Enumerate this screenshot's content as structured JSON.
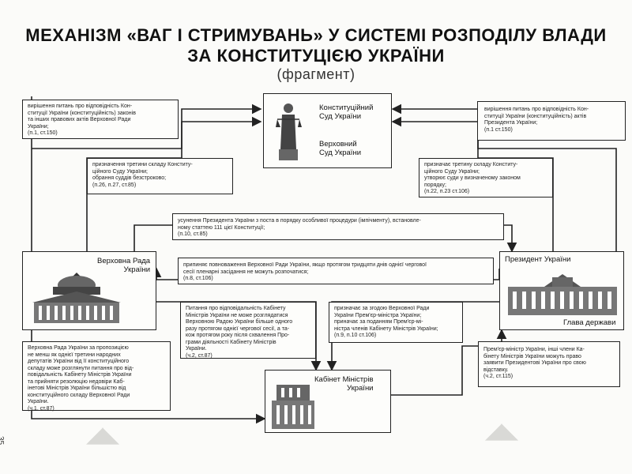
{
  "header": {
    "title_line1": "МЕХАНІЗМ «ВАГ І СТРИМУВАНЬ» У СИСТЕМІ РОЗПОДІЛУ ВЛАДИ",
    "title_line2": "ЗА КОНСТИТУЦІЄЮ УКРАЇНИ",
    "subtitle": "(фрагмент)"
  },
  "bodies": {
    "court": "Конституційний\nСуд України",
    "supreme": "Верховний\nСуд України",
    "rada": "Верховна Рада\nУкраїни",
    "president": "Президент України",
    "head_of_state": "Глава держави",
    "cabinet": "Кабінет Міністрів\nУкраїни"
  },
  "notes": {
    "n1": "вирішення питань про відповідність Кон-\nституції України (конституційність) законів\nта інших правових актів Верховної Ради\nУкраїни;\n(п.1, ст.150)",
    "n2": "вирішення питань про відповідність Кон-\nституції України (конституційність) актів\nПрезидента України;\n(п.1 ст.150)",
    "n3": "призначення третини складу Конститу-\nційного Суду України;\nобрання суддів безстроково;\n(п.26, п.27, ст.85)",
    "n4": "призначає третину складу Конститу-\nційного Суду України;\nутворює суди у визначеному законом\nпорядку;\n(п.22, п.23 ст.106)",
    "n5": "усунення Президента України з поста в порядку особливої процедури (імпічменту), встановле-\nному статтею 111 цієї Конституції;\n(п.10, ст.85)",
    "n6": "припиняє повноваження Верховної Ради України, якщо протягом тридцяти днів однієї чергової\nсесії пленарні засідання не можуть розпочатися;\n(п.8, ст.106)",
    "n7": "Питання про відповідальність Кабінету\nМіністрів України не може розглядатися\nВерховною Радою України більше одного\nразу протягом однієї чергової сесії, а та-\nкож протягом року після схвалення Про-\nграми діяльності Кабінету Міністрів\nУкраїни.\n(ч.2, ст.87)",
    "n8": "призначає за згодою Верховної Ради\nУкраїни Прем'єр-міністра України;\nприначає за поданням Прем'єр-мі-\nністра членів Кабінету Міністрів України;\n(п.9, п.10 ст.106)",
    "n9": "Верховна Рада України за пропозицією\nне менш як однієї третини народних\nдепутатів України від її конституційного\nскладу може розглянути питання про від-\nповідальність Кабінету Міністрів України\nта прийняти резолюцію недовіри Каб-\nінетові Міністрів України більшістю від\nконституційного складу Верховної Ради\nУкраїни.\n(ч.1, ст.87)",
    "n10": "Прем'єр-міністр України, інші члени Ка-\nбінету Міністрів України можуть право\nзаявити Президентові України про свою\nвідставку.\n(ч.2, ст.115)"
  },
  "page_number": "35"
}
